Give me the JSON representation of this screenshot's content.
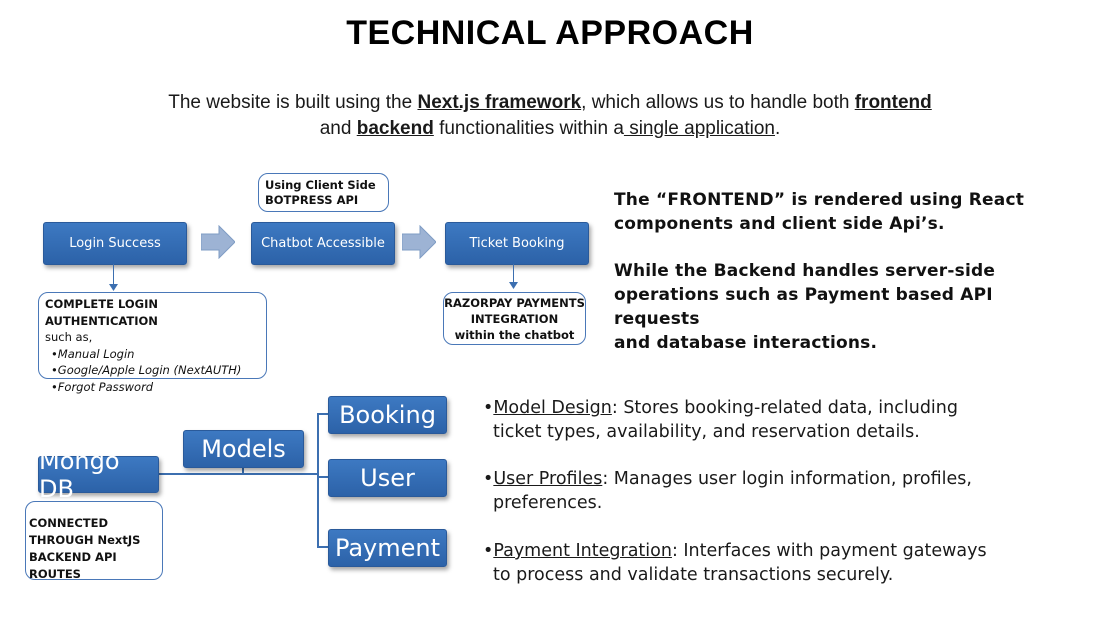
{
  "title": "TECHNICAL APPROACH",
  "intro": {
    "p1": "The website is built using the ",
    "framework": "Next.js framework",
    "p2": ", which allows us to handle both ",
    "frontend": "frontend",
    "p3": "and ",
    "backend": "backend",
    "p4": " functionalities within a",
    "single_app": " single application",
    "p5": "."
  },
  "flow": {
    "login_success": "Login Success",
    "chatbot_accessible": "Chatbot Accessible",
    "ticket_booking": "Ticket Booking",
    "client_side_note": [
      "Using Client Side",
      "BOTPRESS API"
    ],
    "login_note": {
      "heading": "COMPLETE LOGIN AUTHENTICATION",
      "sub": "such as,",
      "items": [
        "Manual Login",
        "Google/Apple Login (NextAUTH)",
        "Forgot Password"
      ]
    },
    "razorpay_note": [
      "RAZORPAY PAYMENTS",
      "INTEGRATION",
      "within the chatbot"
    ]
  },
  "frontend_text": {
    "line1": "The “FRONTEND” is rendered using React",
    "line2": "components and client side Api’s.",
    "line3": "While the Backend handles server-side",
    "line4": "operations such as Payment based API requests",
    "line5": "and database interactions."
  },
  "db": {
    "mongo": "Mongo DB",
    "models": "Models",
    "booking": "Booking",
    "user": "User",
    "payment": "Payment",
    "connected_note": [
      "CONNECTED",
      "THROUGH NextJS",
      "BACKEND API ROUTES"
    ]
  },
  "bullets": [
    {
      "head": "Model Design",
      "l1": ": Stores booking-related data, including",
      "l2": "ticket types, availability, and reservation details."
    },
    {
      "head": "User Profiles",
      "l1": ": Manages user login information, profiles,",
      "l2": "preferences."
    },
    {
      "head": "Payment Integration",
      "l1": ": Interfaces with payment gateways",
      "l2": "to process and validate transactions securely."
    }
  ],
  "colors": {
    "box_blue": "#2f66ad",
    "note_border": "#4a78b8",
    "arrow_fill": "#9db3d4"
  }
}
